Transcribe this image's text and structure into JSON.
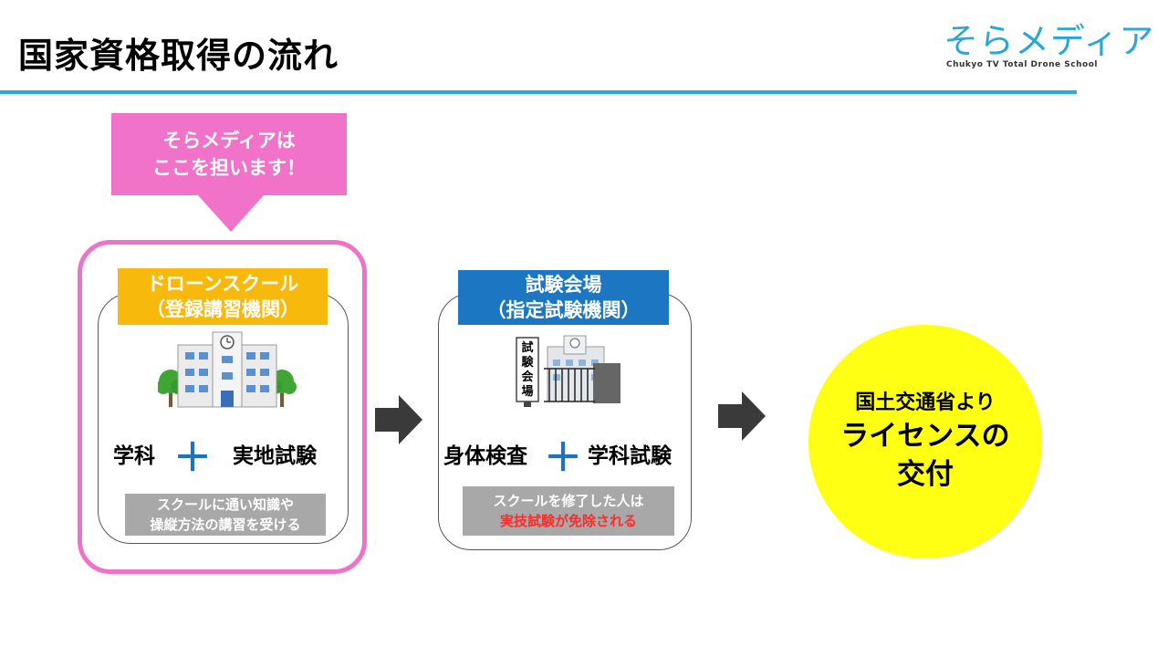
{
  "header": {
    "title": "国家資格取得の流れ",
    "logo_text": "そらメディア",
    "logo_subtitle": "Chukyo TV Total Drone School"
  },
  "callout": {
    "line1": "そらメディアは",
    "line2": "ここを担います！"
  },
  "school": {
    "label_line1": "ドローンスクール",
    "label_line2": "（登録講習機関）",
    "left_item": "学科",
    "plus": "＋",
    "right_item": "実地試験",
    "note_line1": "スクールに通い知識や",
    "note_line2": "操縦方法の講習を受ける"
  },
  "exam": {
    "label_line1": "試験会場",
    "label_line2": "（指定試験機関）",
    "sign_text": "試験会場",
    "left_item": "身体検査",
    "plus": "＋",
    "right_item": "学科試験",
    "note_line1": "スクールを修了した人は",
    "note_line2": "実技試験が免除される"
  },
  "result": {
    "line1": "国土交通省より",
    "line2": "ライセンスの",
    "line3": "交付"
  },
  "colors": {
    "pink": "#f072c9",
    "orange": "#f7b90c",
    "blue": "#1c76c1",
    "yellow": "#ffff14",
    "rule": "#29a9df"
  }
}
